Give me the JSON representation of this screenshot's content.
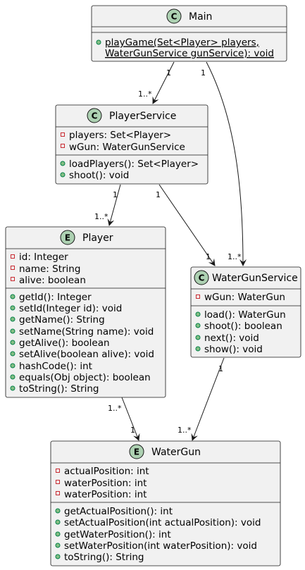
{
  "classes": {
    "main": {
      "stereotype": "C",
      "name": "Main",
      "methods": [
        "playGame(Set<Player> players,",
        "WaterGunService gunService): void"
      ]
    },
    "playerService": {
      "stereotype": "C",
      "name": "PlayerService",
      "fields": [
        "players: Set<Player>",
        "wGun: WaterGunService"
      ],
      "methods": [
        "loadPlayers(): Set<Player>",
        "shoot(): void"
      ]
    },
    "player": {
      "stereotype": "E",
      "name": "Player",
      "fields": [
        "id: Integer",
        "name: String",
        "alive: boolean"
      ],
      "methods": [
        "getId(): Integer",
        "setId(Integer id): void",
        "getName(): String",
        "setName(String name): void",
        "getAlive(): boolean",
        "setAlive(boolean alive): void",
        "hashCode(): int",
        "equals(Obj object): boolean",
        "toString(): String"
      ]
    },
    "waterGunService": {
      "stereotype": "C",
      "name": "WaterGunService",
      "fields": [
        "wGun: WaterGun"
      ],
      "methods": [
        "load(): WaterGun",
        "shoot(): boolean",
        "next(): void",
        "show(): void"
      ]
    },
    "waterGun": {
      "stereotype": "E",
      "name": "WaterGun",
      "fields": [
        "actualPosition: int",
        "waterPosition: int",
        "waterPosition: int"
      ],
      "methods": [
        "getActualPosition(): int",
        "setActualPosition(int actualPosition): void",
        "getWaterPosition(): int",
        "setWaterPosition(int waterPosition): void",
        "toString(): String"
      ]
    }
  },
  "edges": {
    "main_to_playerService": {
      "source_mult": "1",
      "target_mult": "1..*"
    },
    "main_to_waterGunService": {
      "source_mult": "1",
      "target_mult": "1..*"
    },
    "playerService_to_player": {
      "source_mult": "1",
      "target_mult": "1..*"
    },
    "playerService_to_waterGunService": {
      "source_mult": "1",
      "target_mult": "1"
    },
    "player_to_waterGun": {
      "source_mult": "1..*",
      "target_mult": "1"
    },
    "waterGunService_to_waterGun": {
      "source_mult": "1",
      "target_mult": "1..*"
    }
  }
}
